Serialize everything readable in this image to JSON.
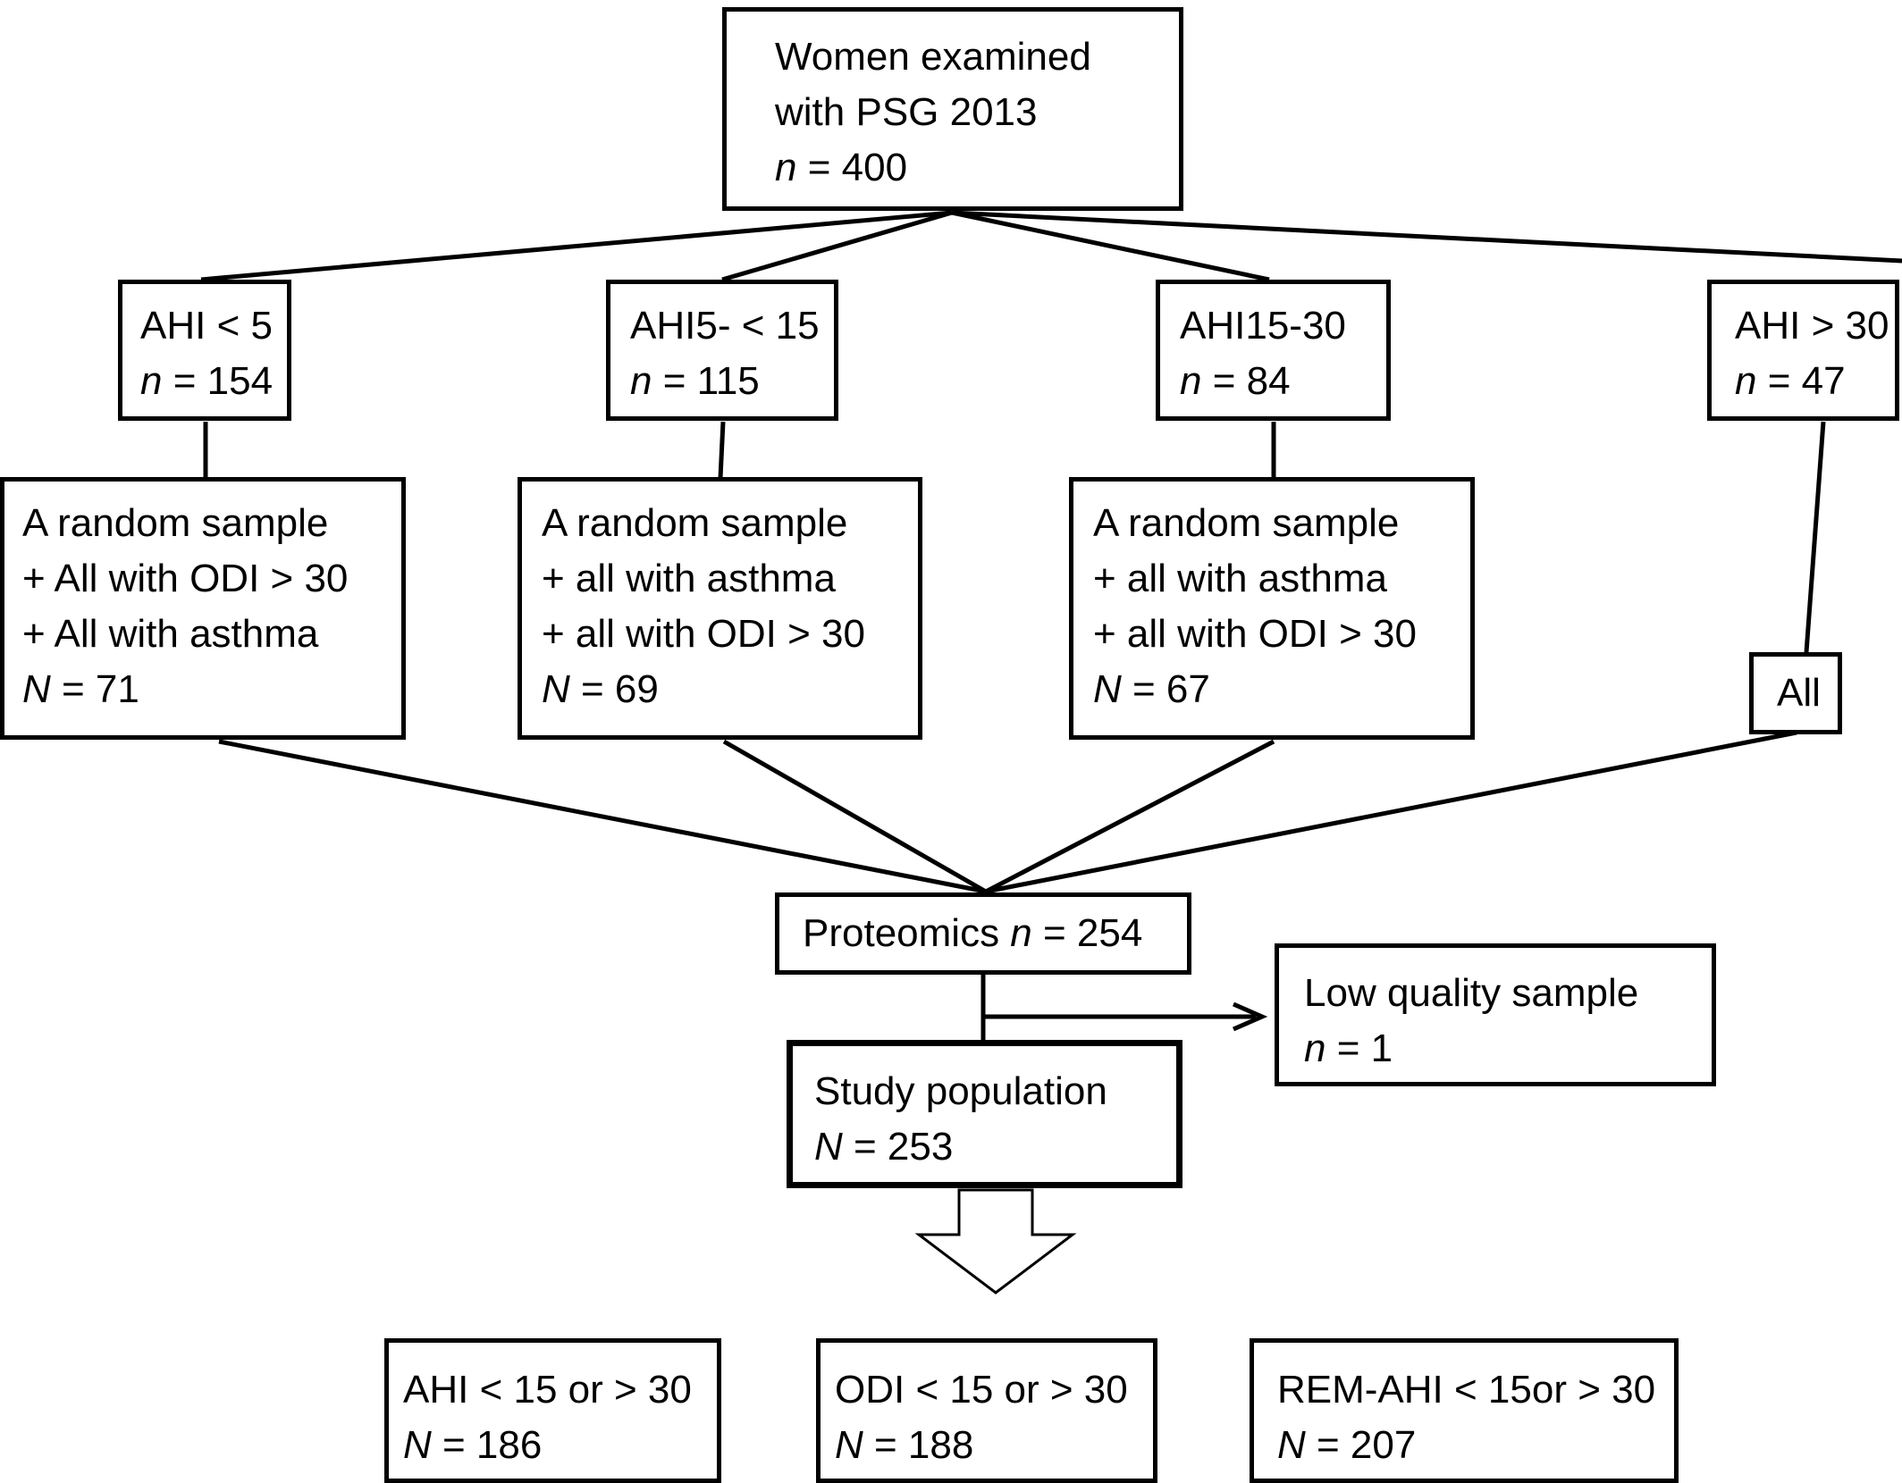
{
  "top": {
    "line1": "Women examined",
    "line2": "with PSG 2013",
    "n_var": "n",
    "n_rest": " = 400"
  },
  "groups": [
    {
      "label": "AHI < 5",
      "n_var": "n",
      "n_rest": " = 154"
    },
    {
      "label": "AHI5- < 15",
      "n_var": "n",
      "n_rest": " = 115"
    },
    {
      "label": "AHI15-30",
      "n_var": "n",
      "n_rest": " = 84"
    },
    {
      "label": "AHI > 30",
      "n_var": "n",
      "n_rest": " = 47"
    }
  ],
  "samples": [
    {
      "l1": "A random sample",
      "l2": "+ All with ODI > 30",
      "l3": "+ All with asthma",
      "n_var": "N",
      "n_rest": " = 71"
    },
    {
      "l1": "A random sample",
      "l2": "+ all with asthma",
      "l3": "+ all with ODI > 30",
      "n_var": "N",
      "n_rest": " = 69"
    },
    {
      "l1": "A random sample",
      "l2": "+ all with asthma",
      "l3": "+ all with ODI > 30",
      "n_var": "N",
      "n_rest": " = 67"
    },
    {
      "label": "All"
    }
  ],
  "proteomics": {
    "label": "Proteomics ",
    "n_var": "n",
    "n_rest": " = 254"
  },
  "excluded": {
    "label": "Low quality sample",
    "n_var": "n",
    "n_rest": " = 1"
  },
  "study": {
    "label": "Study population",
    "n_var": "N",
    "n_rest": " = 253"
  },
  "outcomes": [
    {
      "label": "AHI < 15 or  > 30",
      "n_var": "N",
      "n_rest": " = 186"
    },
    {
      "label": "ODI < 15 or  > 30",
      "n_var": "N",
      "n_rest": " =  188"
    },
    {
      "label": "REM-AHI < 15or  > 30",
      "n_var": "N",
      "n_rest": " =  207"
    }
  ]
}
